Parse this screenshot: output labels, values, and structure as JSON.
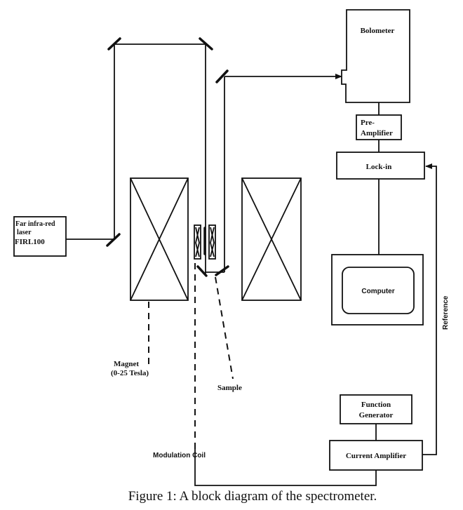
{
  "diagram": {
    "caption": "Figure 1: A block diagram of the spectrometer.",
    "laser": {
      "line1": "Far infra-red",
      "line2": "laser",
      "line3": "FIRL100"
    },
    "bolometer": "Bolometer",
    "pre_amplifier": {
      "line1": "Pre-",
      "line2": "Amplifier"
    },
    "lock_in": "Lock-in",
    "computer": "Computer",
    "reference": "Reference",
    "function_generator": {
      "line1": "Function",
      "line2": "Generator"
    },
    "current_amplifier": "Current Amplifier",
    "magnet": {
      "line1": "Magnet",
      "line2": "(0-25 Tesla)"
    },
    "sample": "Sample",
    "modulation_coil": "Modulation Coil"
  }
}
